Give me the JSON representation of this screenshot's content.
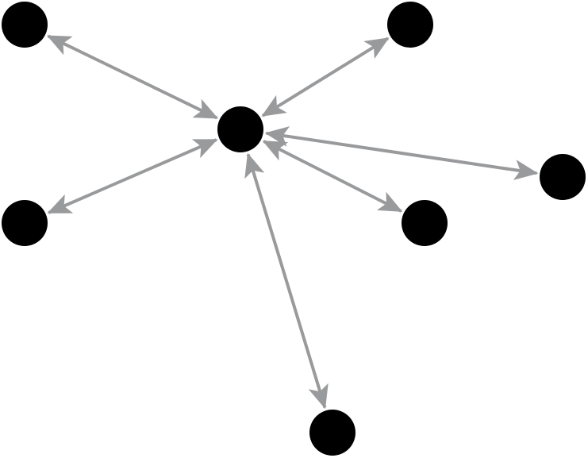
{
  "diagram": {
    "type": "hub-and-spoke network",
    "colors": {
      "node": "#000000",
      "edge": "#999a9c",
      "background": "#ffffff"
    },
    "hub": {
      "id": "hub"
    },
    "spokes": [
      {
        "id": "top-left",
        "direction": "bidirectional"
      },
      {
        "id": "top-right",
        "direction": "bidirectional"
      },
      {
        "id": "middle-left",
        "direction": "bidirectional"
      },
      {
        "id": "right",
        "direction": "bidirectional"
      },
      {
        "id": "middle-right",
        "direction": "bidirectional"
      },
      {
        "id": "bottom",
        "direction": "bidirectional"
      }
    ]
  }
}
